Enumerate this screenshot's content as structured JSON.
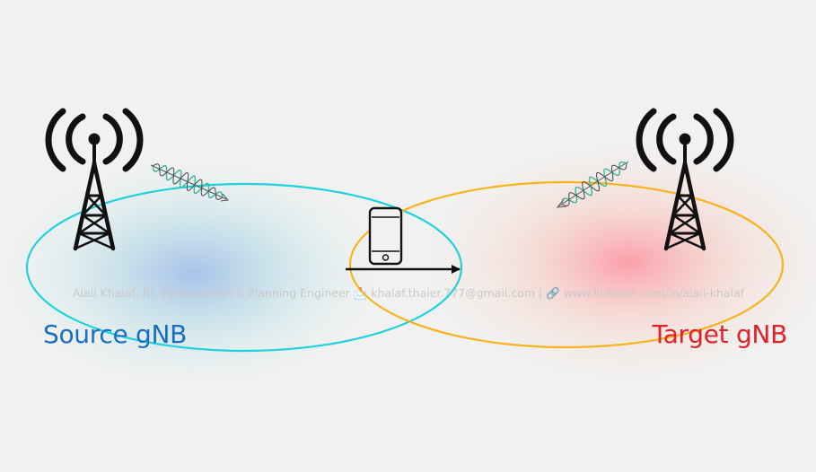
{
  "diagram": {
    "source_label": "Source gNB",
    "target_label": "Target gNB",
    "watermark": "Alali Khalaf, RF Optimization & Planning Engineer 📩 khalaf.thaier.777@gmail.com | 🔗 www.linkedin.com/in/alali-khalaf",
    "colors": {
      "source_cell": "#1ed2dc",
      "target_cell": "#f6b41c",
      "source_label": "#1a6ec2",
      "target_label": "#e0202a",
      "tower": "#111111",
      "wave_teal": "#3cb4a0"
    },
    "icons": [
      "tower-icon",
      "signal-wave-icon",
      "phone-icon",
      "arrow-icon"
    ]
  }
}
